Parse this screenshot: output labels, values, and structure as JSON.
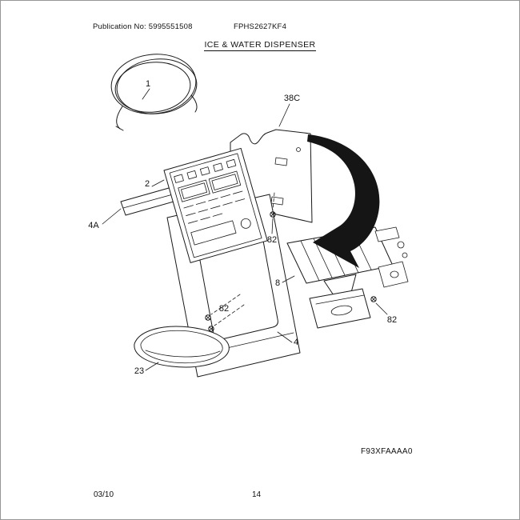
{
  "colors": {
    "ink": "#1a1a1a",
    "paper": "#ffffff"
  },
  "header": {
    "publication": "Publication No: 5995551508",
    "model": "FPHS2627KF4",
    "title": "ICE & WATER DISPENSER"
  },
  "footer": {
    "date": "03/10",
    "page_number": "14"
  },
  "diagram": {
    "code": "F93XFAAAA0",
    "callouts": {
      "tube_coil": "1",
      "control_panel": "2",
      "frame": "4A",
      "dispenser_panel": "4",
      "drip_tray": "23",
      "bracket": "38C",
      "dispenser_module": "8",
      "screw_top": "82",
      "screw_left": "82",
      "screw_right": "82"
    }
  }
}
